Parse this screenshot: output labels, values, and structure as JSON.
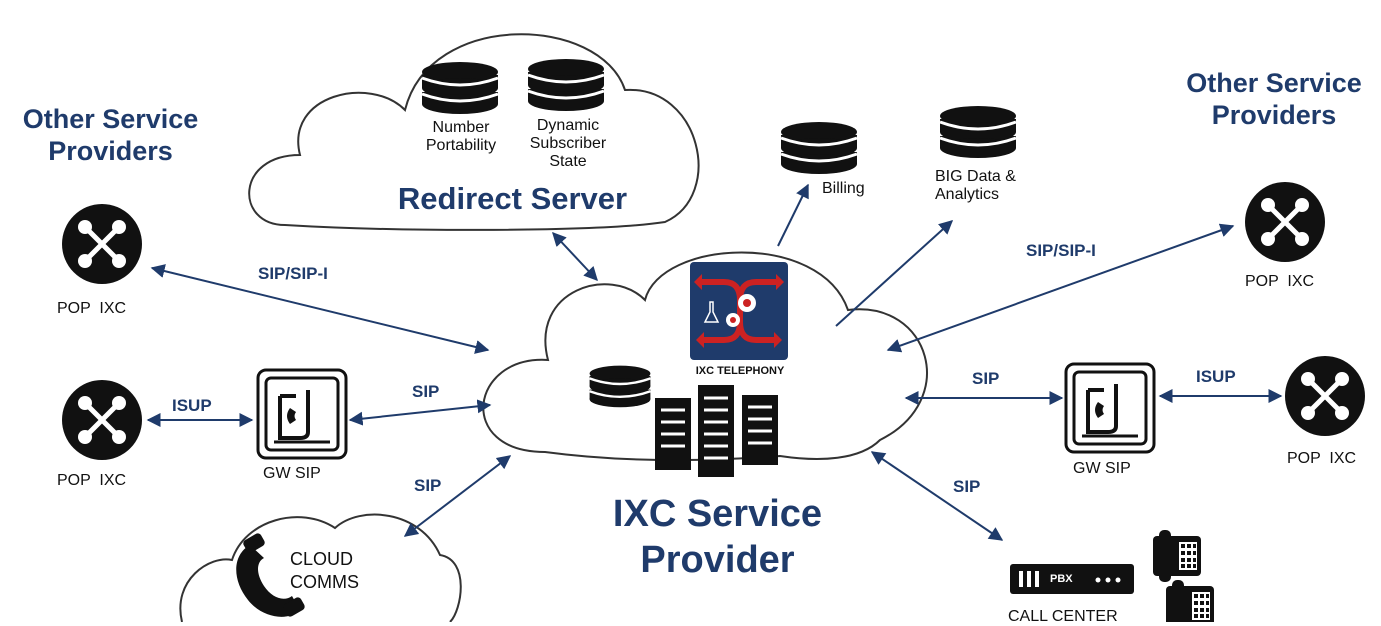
{
  "headings": {
    "other_left": "Other Service Providers",
    "other_right": "Other Service Providers",
    "redirect_server": "Redirect Server",
    "ixc_service_provider": "IXC Service Provider"
  },
  "databases": {
    "number_portability": "Number Portability",
    "dynamic_subscriber_state": "Dynamic Subscriber State",
    "billing": "Billing",
    "big_data": "BIG Data & Analytics"
  },
  "nodes": {
    "pop_ixc_top_left": "POP  IXC",
    "pop_ixc_mid_left": "POP  IXC",
    "pop_ixc_top_right": "POP  IXC",
    "pop_ixc_mid_right": "POP  IXC",
    "gw_sip_left": "GW SIP",
    "gw_sip_right": "GW SIP",
    "cloud_comms": "CLOUD COMMS",
    "ixc_telephony": "IXC TELEPHONY",
    "pbx": "PBX",
    "call_center": "CALL CENTER"
  },
  "protocols": {
    "sip_sipi_left": "SIP/SIP-I",
    "isup_left": "ISUP",
    "sip_left_gw": "SIP",
    "sip_cloud_comms": "SIP",
    "sip_sipi_right": "SIP/SIP-I",
    "sip_right_gw": "SIP",
    "isup_right": "ISUP",
    "sip_call_center": "SIP"
  },
  "colors": {
    "navy": "#1f3b6b",
    "cloud_stroke": "#333333",
    "icon": "#111111",
    "logo_bg": "#1f3b6b",
    "logo_arrow": "#cc2222"
  }
}
